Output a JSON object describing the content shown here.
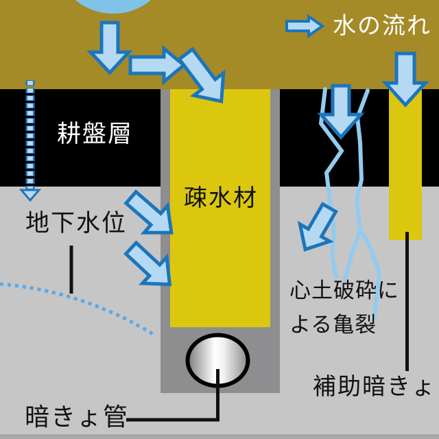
{
  "legend": {
    "arrow_icon": "right-arrow-icon",
    "label": "水の流れ"
  },
  "layers": {
    "topsoil_color": "#a58a28",
    "hardpan": {
      "label": "耕盤層",
      "color": "#000000"
    },
    "subsoil_color": "#c6c6c6",
    "trench_color": "#8e8e90",
    "bottom_edge_color": "#a8a8a8"
  },
  "features": {
    "drain_fill": {
      "label": "疎水材",
      "color": "#dcc70f"
    },
    "water_table": {
      "label": "地下水位",
      "line_color": "#58a8e8"
    },
    "cracks": {
      "label_line1": "心土破砕に",
      "label_line2": "よる亀裂",
      "color": "#93cbf0"
    },
    "drain_pipe": {
      "label": "暗きょ管"
    },
    "auxiliary_drain": {
      "label": "補助暗きょ",
      "color": "#dcc70f"
    }
  },
  "water": {
    "source_color": "#7fc3e9",
    "arrow_fill": "#b5d9f2",
    "arrow_border": "#1b75bc"
  }
}
